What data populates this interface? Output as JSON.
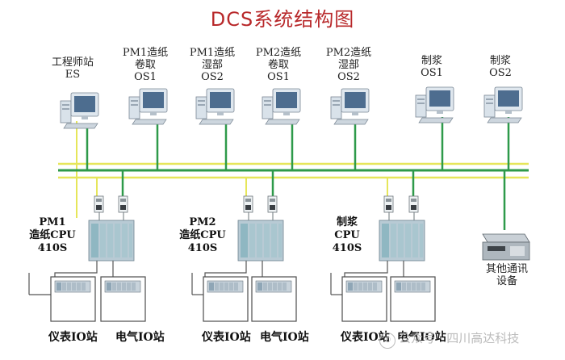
{
  "title": "DCS系统结构图",
  "stations": [
    {
      "id": "es",
      "line1": "工程师站",
      "line2": "ES",
      "line3": ""
    },
    {
      "id": "pm1-os1",
      "line1": "PM1造纸",
      "line2": "卷取",
      "line3": "OS1"
    },
    {
      "id": "pm1-os2",
      "line1": "PM1造纸",
      "line2": "湿部",
      "line3": "OS2"
    },
    {
      "id": "pm2-os1",
      "line1": "PM2造纸",
      "line2": "卷取",
      "line3": "OS1"
    },
    {
      "id": "pm2-os2",
      "line1": "PM2造纸",
      "line2": "湿部",
      "line3": "OS2"
    },
    {
      "id": "zj-os1",
      "line1": "制浆",
      "line2": "OS1",
      "line3": ""
    },
    {
      "id": "zj-os2",
      "line1": "制浆",
      "line2": "OS2",
      "line3": ""
    }
  ],
  "cpus": [
    {
      "id": "pm1",
      "line1": "PM1",
      "line2": "造纸CPU",
      "line3": "410S"
    },
    {
      "id": "pm2",
      "line1": "PM2",
      "line2": "造纸CPU",
      "line3": "410S"
    },
    {
      "id": "zj",
      "line1": "制浆",
      "line2": "CPU",
      "line3": "410S"
    }
  ],
  "io_labels": {
    "instrument": "仪表IO站",
    "electrical": "电气IO站"
  },
  "other": {
    "line1": "其他通讯",
    "line2": "设备"
  },
  "watermark": "公众号 · 四川高达科技",
  "colors": {
    "green_bus": "#2e9a4a",
    "yellow_bus": "#e6e65a",
    "title": "#b8282a"
  }
}
